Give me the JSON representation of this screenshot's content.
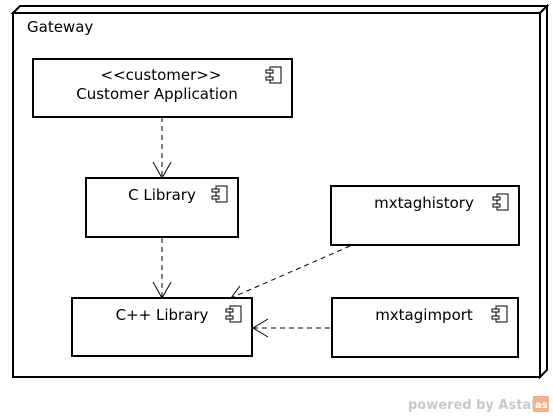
{
  "diagram": {
    "node": {
      "label": "Gateway"
    },
    "components": {
      "customer_app": {
        "stereotype": "<<customer>>",
        "name": "Customer Application"
      },
      "c_library": {
        "name": "C Library"
      },
      "cpp_library": {
        "name": "C++ Library"
      },
      "mxtaghistory": {
        "name": "mxtaghistory"
      },
      "mxtagimport": {
        "name": "mxtagimport"
      }
    },
    "dependencies": [
      {
        "from": "customer_app",
        "to": "c_library"
      },
      {
        "from": "c_library",
        "to": "cpp_library"
      },
      {
        "from": "mxtaghistory",
        "to": "cpp_library"
      },
      {
        "from": "mxtagimport",
        "to": "cpp_library"
      }
    ]
  },
  "watermark": {
    "text": "powered by Astah",
    "logo": "astah-logo-icon"
  }
}
